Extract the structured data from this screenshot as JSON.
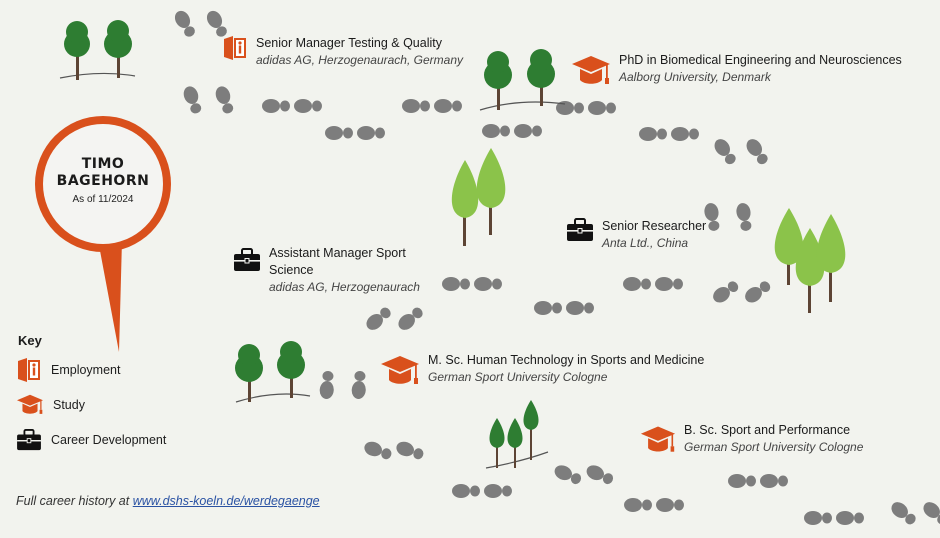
{
  "pin": {
    "name_line1": "TIMO",
    "name_line2": "BAGEHORN",
    "date": "As of 11/2024"
  },
  "colors": {
    "accent": "#d9501c",
    "footprint": "#7d7d7d",
    "tree_dark": "#2e7d32",
    "tree_light": "#8bc34a",
    "trunk": "#5d4434",
    "background": "#f2f3ee"
  },
  "entries": [
    {
      "type": "employment",
      "icon": "employment-icon",
      "title": "Senior Manager Testing & Quality",
      "org": "adidas AG, Herzogenaurach, Germany"
    },
    {
      "type": "study",
      "icon": "graduation-cap-icon",
      "title": "PhD in Biomedical Engineering and Neurosciences",
      "org": "Aalborg University, Denmark"
    },
    {
      "type": "career",
      "icon": "briefcase-icon",
      "title": "Senior Researcher",
      "org": "Anta Ltd., China"
    },
    {
      "type": "career",
      "icon": "briefcase-icon",
      "title": "Assistant Manager Sport Science",
      "org": "adidas AG, Herzogenaurach"
    },
    {
      "type": "study",
      "icon": "graduation-cap-icon",
      "title": "M. Sc. Human Technology in Sports and Medicine",
      "org": "German Sport University Cologne"
    },
    {
      "type": "study",
      "icon": "graduation-cap-icon",
      "title": "B. Sc. Sport and Performance",
      "org": "German Sport University Cologne"
    }
  ],
  "key": {
    "title": "Key",
    "items": [
      {
        "icon": "employment-icon",
        "label": "Employment"
      },
      {
        "icon": "graduation-cap-icon",
        "label": "Study"
      },
      {
        "icon": "briefcase-icon",
        "label": "Career Development"
      }
    ]
  },
  "footer": {
    "prefix": "Full career history at ",
    "link": "www.dshs-koeln.de/werdegaenge"
  }
}
